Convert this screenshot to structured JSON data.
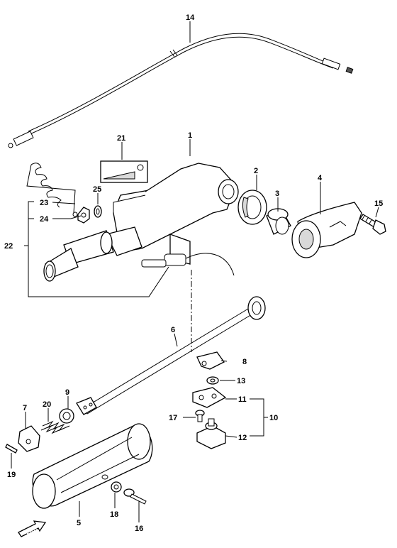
{
  "labels": {
    "p1": "1",
    "p2": "2",
    "p3": "3",
    "p4": "4",
    "p5": "5",
    "p6": "6",
    "p7": "7",
    "p8": "8",
    "p9": "9",
    "p10": "10",
    "p11": "11",
    "p12": "12",
    "p13": "13",
    "p14": "14",
    "p15": "15",
    "p16": "16",
    "p17": "17",
    "p18": "18",
    "p19": "19",
    "p20": "20",
    "p21": "21",
    "p22": "22",
    "p23": "23",
    "p24": "24",
    "p25": "25"
  },
  "fwd_marker": "FWD"
}
